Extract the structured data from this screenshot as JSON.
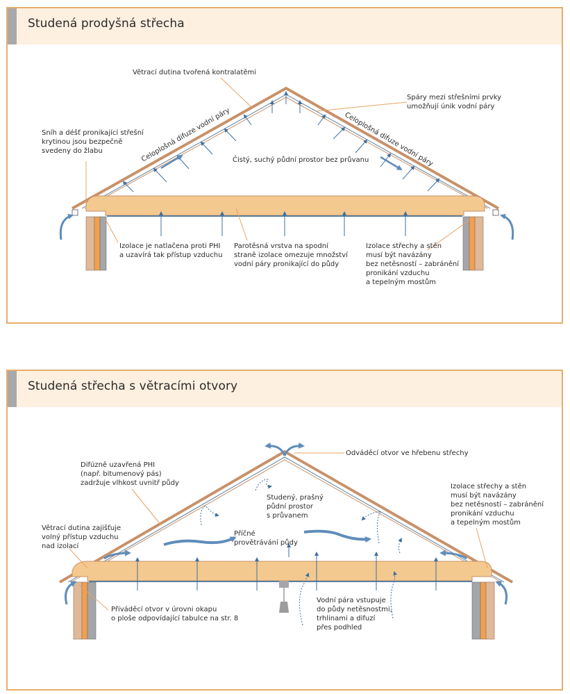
{
  "panel1": {
    "title": "Studená prodyšná střecha",
    "labels": {
      "cavity": "Větrací dutina tvořená kontralatěmi",
      "gaps": [
        "Spáry mezi střešními prvky",
        "umožňují únik vodní páry"
      ],
      "snow": [
        "Sníh a déšť pronikající střešní",
        "krytinou jsou bezpečně",
        "svedeny do žlabu"
      ],
      "diffusion": "Celoplošná difuze vodní páry",
      "attic": "Čistý, suchý půdní prostor bez průvanu",
      "insulation": [
        "Izolace je natlačena proti PHI",
        "a uzavírá tak přístup vzduchu"
      ],
      "vapor": [
        "Parotěsná vrstva na spodní",
        "straně izolace omezuje množství",
        "vodní páry pronikající do půdy"
      ],
      "joint": [
        "Izolace střechy a stěn",
        "musí být navázány",
        "bez netěsností – zabránění",
        "pronikání vzduchu",
        "a tepelným mostům"
      ]
    }
  },
  "panel2": {
    "title": "Studená střecha s větracími otvory",
    "labels": {
      "ridge_vent": "Odváděcí otvor ve hřebenu střechy",
      "membrane": [
        "Difúzně uzavřená PHI",
        "(např. bitumenový pás)",
        "zadržuje vlhkost uvnitř půdy"
      ],
      "dusty": [
        "Studený, prašný",
        "půdní prostor",
        "s průvanem"
      ],
      "joint": [
        "Izolace střechy a stěn",
        "musí být navázány",
        "bez netěsností – zabránění",
        "pronikání vzduchu",
        "a tepelným mostům"
      ],
      "cavity": [
        "Větrací dutina zajišťuje",
        "volný přístup vzduchu",
        "nad izolací"
      ],
      "cross": [
        "Příčné",
        "provětrávání půdy"
      ],
      "inlet": [
        "Přiváděcí otvor v úrovni okapu",
        "o ploše odpovídající tabulce na str. 8"
      ],
      "vapor": [
        "Vodní pára vstupuje",
        "do půdy netěsnostmi,",
        "trhlinami a difuzí",
        "přes podhled"
      ]
    }
  },
  "colors": {
    "panel_border": "#e6ad6a",
    "header_fill": "#fdf0e0",
    "header_bar": "#a9a9ab",
    "roof": "#c8916a",
    "insulation": "#f3c98f",
    "arrow": "#5f8dba",
    "leader": "#e8a363",
    "wall_outer": "#dfb999",
    "wall_orange": "#f0a050",
    "wall_grey": "#a5a6a9"
  }
}
